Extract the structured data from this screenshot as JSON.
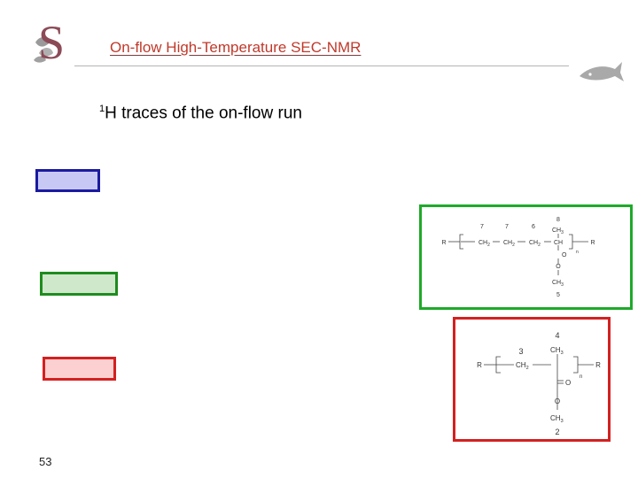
{
  "header": {
    "title": "On-flow High-Temperature SEC-NMR",
    "logo_letter": "S"
  },
  "subtitle": {
    "superscript": "1",
    "text": "H traces of the on-flow run"
  },
  "legend": [
    {
      "name": "blue",
      "border": "#1a1aa0",
      "fill": "#c8c8f5"
    },
    {
      "name": "green",
      "border": "#1e8c1e",
      "fill": "#cfe8cc"
    },
    {
      "name": "red",
      "border": "#d42020",
      "fill": "#fcd0d0"
    }
  ],
  "structures": {
    "copolymer": {
      "frame_color": "#1eaa2a",
      "labels": {
        "n7a": "7",
        "n7b": "7",
        "n6": "6",
        "n8": "8",
        "n5": "5"
      },
      "texts": {
        "r_left": "R",
        "r_right": "R",
        "ch2": "CH",
        "sub2": "2",
        "ch": "CH",
        "ch3": "CH",
        "sub3": "3",
        "o": "O",
        "n": "n"
      }
    },
    "polymer": {
      "frame_color": "#d42020",
      "labels": {
        "n3": "3",
        "n4": "4",
        "n2": "2"
      },
      "texts": {
        "r_left": "R",
        "r_right": "R",
        "ch2": "CH",
        "sub2": "2",
        "ch3": "CH",
        "sub3": "3",
        "o": "O",
        "n": "n"
      }
    }
  },
  "footer": {
    "page_number": "53"
  }
}
